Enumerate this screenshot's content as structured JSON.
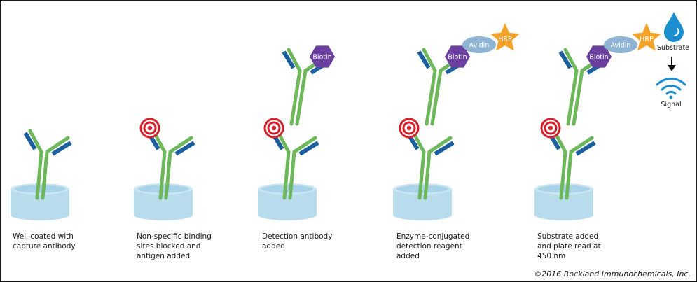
{
  "steps": [
    {
      "caption": "Well coated with\ncapture antibody"
    },
    {
      "caption": "Non-specific binding\nsites blocked and\nantigen added"
    },
    {
      "caption": "Detection antibody\nadded"
    },
    {
      "caption": "Enzyme-conjugated\ndetection reagent\nadded"
    },
    {
      "caption": "Substrate added\nand plate read at\n450 nm"
    }
  ],
  "labels": {
    "biotin": "Biotin",
    "avidin": "Avidin",
    "hrp": "HRP",
    "substrate": "Substrate",
    "signal": "Signal"
  },
  "copyright": "©2016 Rockland Immunochemicals, Inc.",
  "colors": {
    "well_body": "#b9dcec",
    "well_top": "#cce7f3",
    "well_inner": "#a9d3e8",
    "antibody_heavy": "#6cb85a",
    "antibody_light": "#1c5f9f",
    "antigen": "#d8202b",
    "biotin": "#6b3fa0",
    "avidin": "#8fb4d3",
    "hrp": "#f5a229",
    "substrate": "#1b8fd0",
    "signal": "#1b8fd0",
    "arrow": "#111111"
  }
}
